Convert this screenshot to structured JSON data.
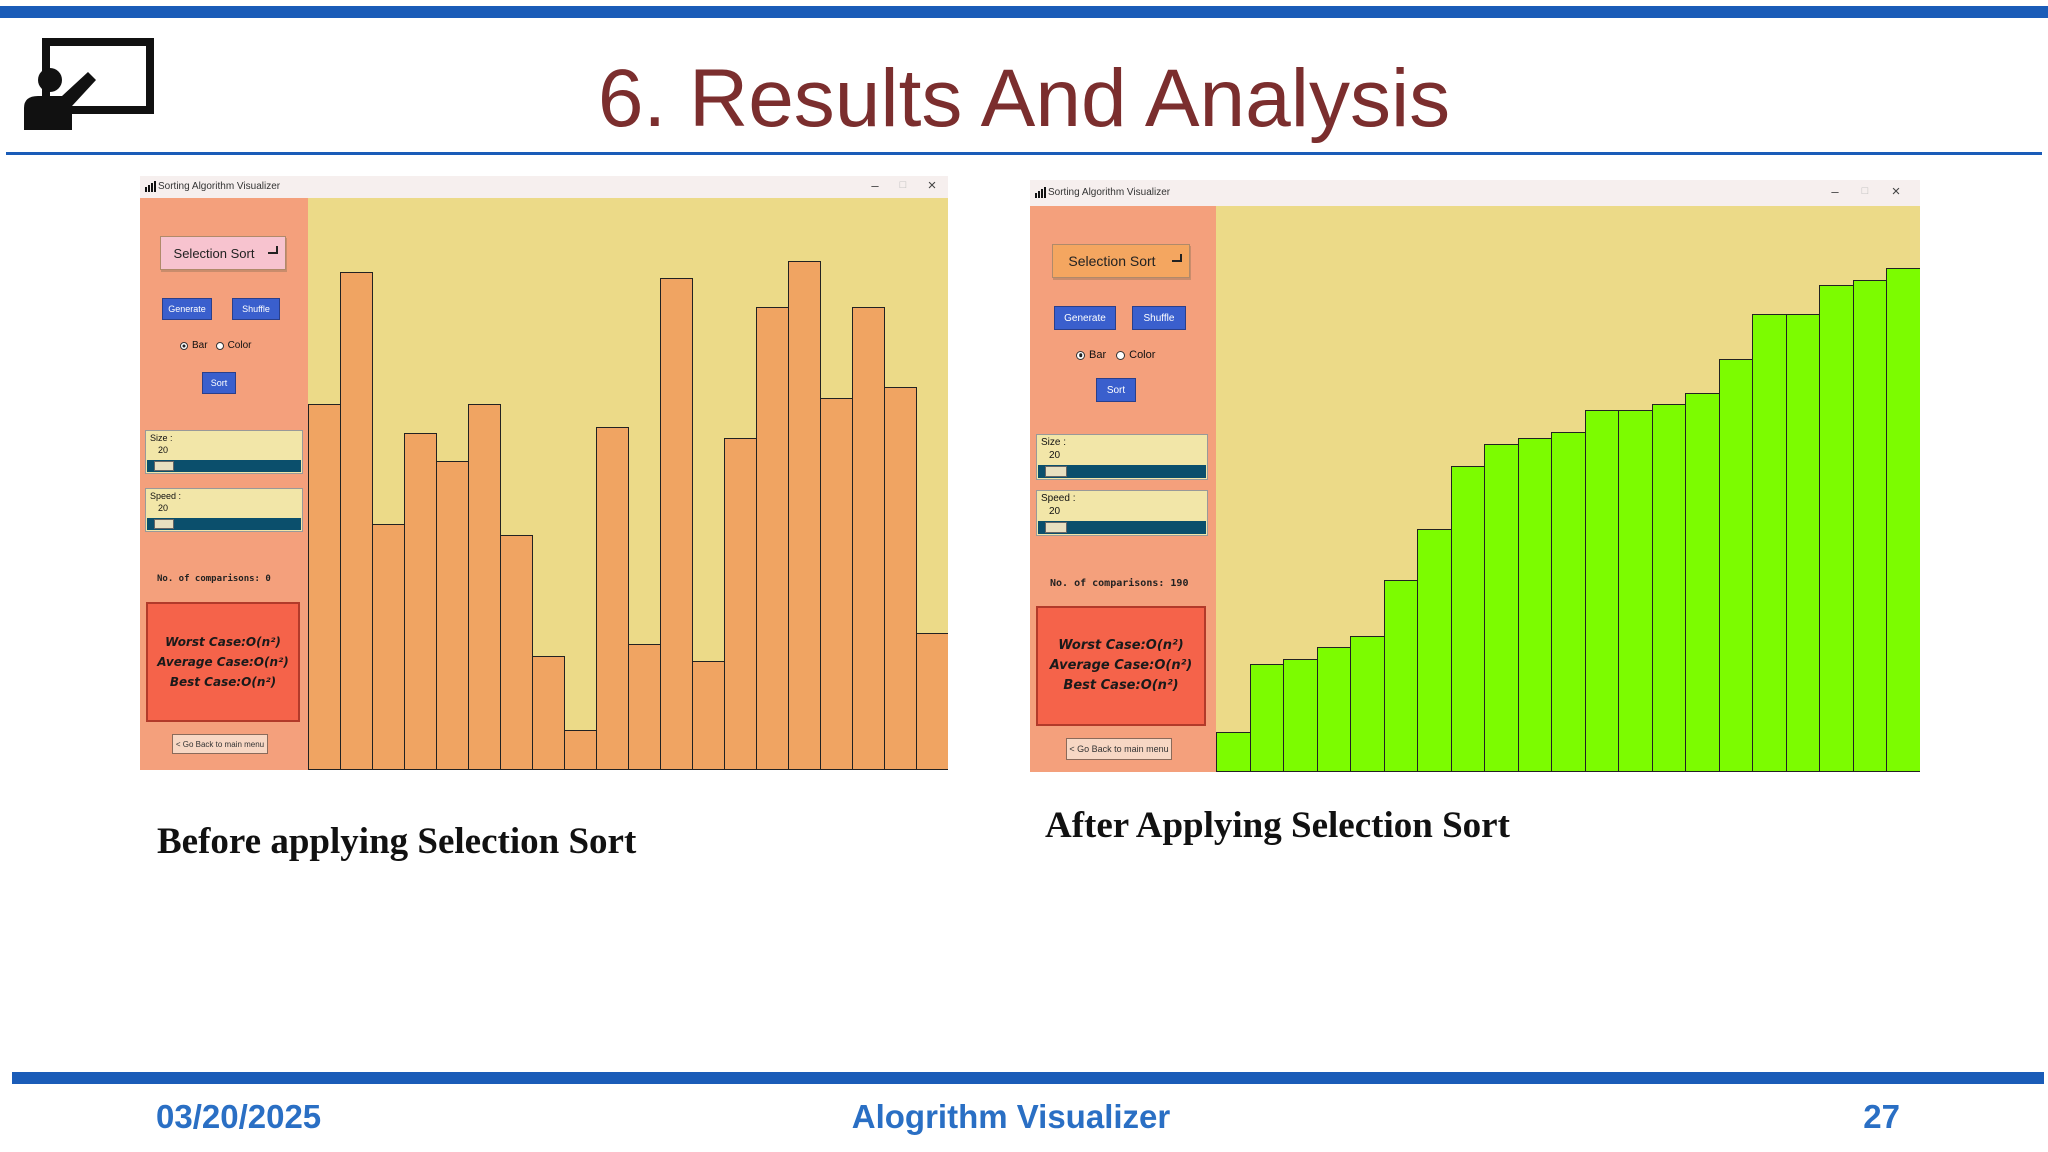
{
  "slide": {
    "title": "6. Results And Analysis",
    "icon": "presentation-board-icon",
    "colors": {
      "accent_rule": "#1a5cb8",
      "title": "#7b2e2e",
      "footer_text": "#2a6fc4"
    }
  },
  "panels": [
    {
      "caption": "Before applying Selection Sort",
      "window_title": "Sorting Algorithm Visualizer",
      "controls": {
        "minimize": "–",
        "maximize": "□",
        "close": "×"
      },
      "algorithm_select": "Selection Sort",
      "dropdown_color": "#f7c3cf",
      "generate_label": "Generate",
      "shuffle_label": "Shuffle",
      "mode_bar_label": "Bar",
      "mode_color_label": "Color",
      "mode_selected": "Bar",
      "sort_label": "Sort",
      "size_label": "Size :",
      "size_value": "20",
      "speed_label": "Speed :",
      "speed_value": "20",
      "comparisons_text": "No. of comparisons: 0",
      "worst_case": "Worst Case:O(n²)",
      "average_case": "Average Case:O(n²)",
      "best_case": "Best Case:O(n²)",
      "back_label": "< Go Back to main menu",
      "bar_color": "#f0a462",
      "bar_values": [
        64,
        87,
        43,
        59,
        54,
        64,
        41,
        20,
        7,
        60,
        22,
        86,
        19,
        58,
        81,
        89,
        65,
        81,
        67,
        24
      ]
    },
    {
      "caption": "After Applying Selection Sort",
      "window_title": "Sorting Algorithm Visualizer",
      "controls": {
        "minimize": "–",
        "maximize": "□",
        "close": "×"
      },
      "algorithm_select": "Selection Sort",
      "dropdown_color": "#f4a660",
      "generate_label": "Generate",
      "shuffle_label": "Shuffle",
      "mode_bar_label": "Bar",
      "mode_color_label": "Color",
      "mode_selected": "Bar",
      "sort_label": "Sort",
      "size_label": "Size :",
      "size_value": "20",
      "speed_label": "Speed :",
      "speed_value": "20",
      "comparisons_text": "No. of comparisons: 190",
      "worst_case": "Worst Case:O(n²)",
      "average_case": "Average Case:O(n²)",
      "best_case": "Best Case:O(n²)",
      "back_label": "< Go Back to main menu",
      "bar_color": "#7cfc00",
      "bar_values": [
        7,
        19,
        20,
        22,
        24,
        34,
        43,
        54,
        58,
        59,
        60,
        64,
        64,
        65,
        67,
        73,
        81,
        81,
        86,
        87,
        89
      ]
    }
  ],
  "footer": {
    "date": "03/20/2025",
    "title": "Alogrithm Visualizer",
    "page": "27"
  }
}
